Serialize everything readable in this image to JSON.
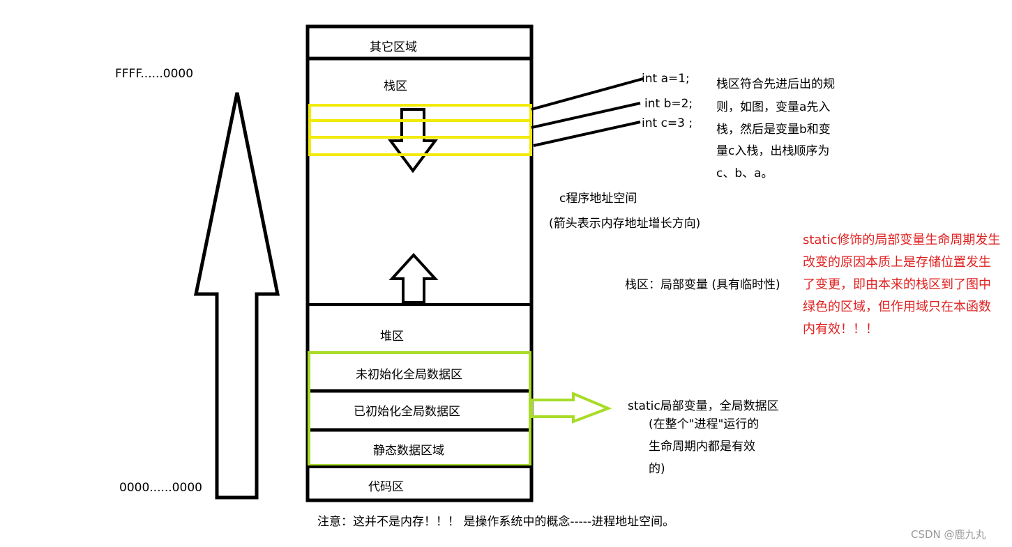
{
  "address": {
    "top": "FFFF......0000",
    "bottom": "0000......0000"
  },
  "regions": {
    "other": "其它区域",
    "stack": "栈区",
    "heap": "堆区",
    "bss": "未初始化全局数据区",
    "data": "已初始化全局数据区",
    "static": "静态数据区域",
    "code": "代码区"
  },
  "code_lines": [
    "int a=1;",
    "int b=2;",
    "int c=3 ;"
  ],
  "stack_note": [
    "栈区符合先进后出的规",
    "则，如图，变量a先入",
    "栈，然后是变量b和变",
    "量c入栈，出栈顺序为",
    "c、b、a。"
  ],
  "space_title": "c程序地址空间",
  "space_sub": "(箭头表示内存地址增长方向)",
  "stack_local": "栈区：局部变量 (具有临时性)",
  "static_note": [
    "static修饰的局部变量生命周期发生",
    "改变的原因本质上是存储位置发生",
    "了变更，即由本来的栈区到了图中",
    "绿色的区域，但作用域只在本函数",
    "内有效！！！"
  ],
  "static_local": [
    "static局部变量，全局数据区",
    "(在整个\"进程\"运行的",
    "生命周期内都是有效",
    "的)"
  ],
  "footer": "注意：这并不是内存！！！ 是操作系统中的概念-----进程地址空间。",
  "watermark": "CSDN @鹿九丸",
  "colors": {
    "yellow": "#f2ea0a",
    "green": "#a8dc28",
    "red": "#e02020"
  }
}
